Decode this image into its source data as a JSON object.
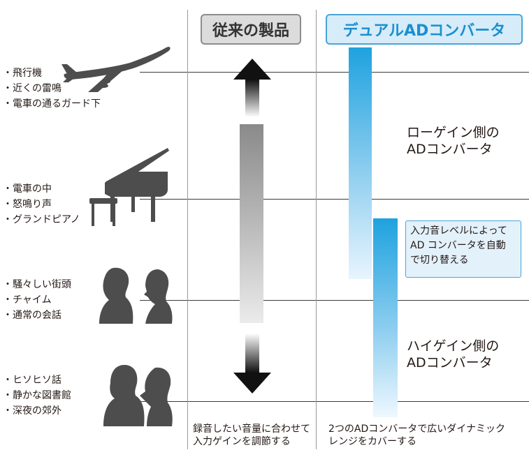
{
  "headers": {
    "conventional": "従来の製品",
    "dual": "デュアルADコンバータ"
  },
  "categories": [
    {
      "items": [
        "・飛行機",
        "・近くの雷鳴",
        "・電車の通るガード下"
      ],
      "icon": "airplane-icon"
    },
    {
      "items": [
        "・電車の中",
        "・怒鳴り声",
        "・グランドピアノ"
      ],
      "icon": "grand-piano-icon"
    },
    {
      "items": [
        "・騒々しい街頭",
        "・チャイム",
        "・通常の会話"
      ],
      "icon": "conversation-icon"
    },
    {
      "items": [
        "・ヒソヒソ話",
        "・静かな図書館",
        "・深夜の郊外"
      ],
      "icon": "whisper-icon"
    }
  ],
  "low_gain": {
    "line1": "ローゲイン側の",
    "line2": "ADコンバータ"
  },
  "high_gain": {
    "line1": "ハイゲイン側の",
    "line2": "ADコンバータ"
  },
  "note": {
    "line1": "入力音レベルによって",
    "line2": "AD コンバータを自動",
    "line3": "で切り替える"
  },
  "footer": {
    "conventional_line1": "録音したい音量に合わせて",
    "conventional_line2": "入力ゲインを調節する",
    "dual_line1": "2つのADコンバータで広いダイナミック",
    "dual_line2": "レンジをカバーする"
  },
  "colors": {
    "accent": "#1ea2df",
    "title_blue_bg": "#d6ecf9",
    "title_gray_bg": "#dcdcdc",
    "silhouette": "#4d4d4d"
  }
}
